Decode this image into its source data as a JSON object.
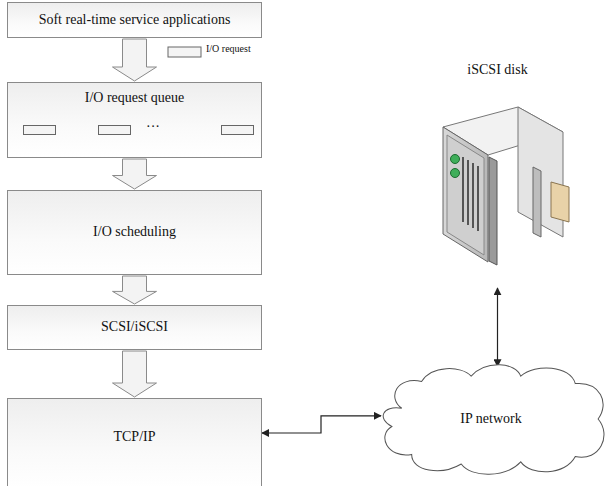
{
  "diagram": {
    "nodes": [
      {
        "text": [
          "Soft real-time service applications"
        ]
      },
      {
        "text": [
          "I/O request queue"
        ]
      },
      {
        "text": [
          "I/O scheduling"
        ]
      },
      {
        "text": [
          "SCSI/iSCSI"
        ]
      },
      {
        "text": [
          "TCP/IP"
        ]
      },
      {
        "text": [
          "iSCSI disk"
        ]
      },
      {
        "text": [
          "IP network"
        ]
      }
    ],
    "edges": [
      {
        "from": 0,
        "to": 1,
        "arrow": "to"
      },
      {
        "from": 1,
        "to": 2,
        "arrow": "to"
      },
      {
        "from": 2,
        "to": 3,
        "arrow": "to"
      },
      {
        "from": 3,
        "to": 4,
        "arrow": "to"
      },
      {
        "from": 4,
        "to": 6,
        "arrow": "both"
      },
      {
        "from": 6,
        "to": 5,
        "arrow": "both"
      }
    ],
    "labels": [
      "I/O request",
      "···"
    ]
  }
}
